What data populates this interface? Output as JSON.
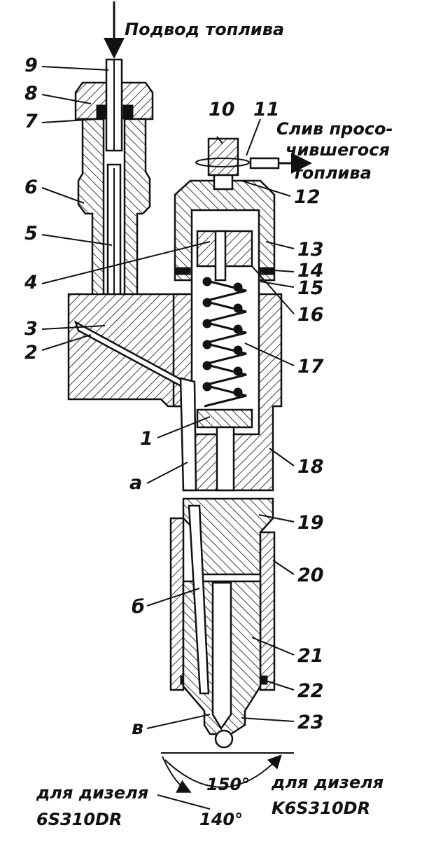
{
  "captions": {
    "fuel_inlet": "Подвод топлива",
    "drain_line1": "Слив просо-",
    "drain_line2": "чившегося",
    "drain_line3": "топлива",
    "left_engine_line1": "для дизеля",
    "left_engine_line2": "6S310DR",
    "right_engine_line1": "для дизеля",
    "right_engine_line2": "K6S310DR",
    "angle_150": "150°",
    "angle_140": "140°"
  },
  "labels": {
    "n1": "1",
    "n2": "2",
    "n3": "3",
    "n4": "4",
    "n5": "5",
    "n6": "6",
    "n7": "7",
    "n8": "8",
    "n9": "9",
    "n10": "10",
    "n11": "11",
    "n12": "12",
    "n13": "13",
    "n14": "14",
    "n15": "15",
    "n16": "16",
    "n17": "17",
    "n18": "18",
    "n19": "19",
    "n20": "20",
    "n21": "21",
    "n22": "22",
    "n23": "23",
    "a": "а",
    "b": "б",
    "v": "в"
  }
}
